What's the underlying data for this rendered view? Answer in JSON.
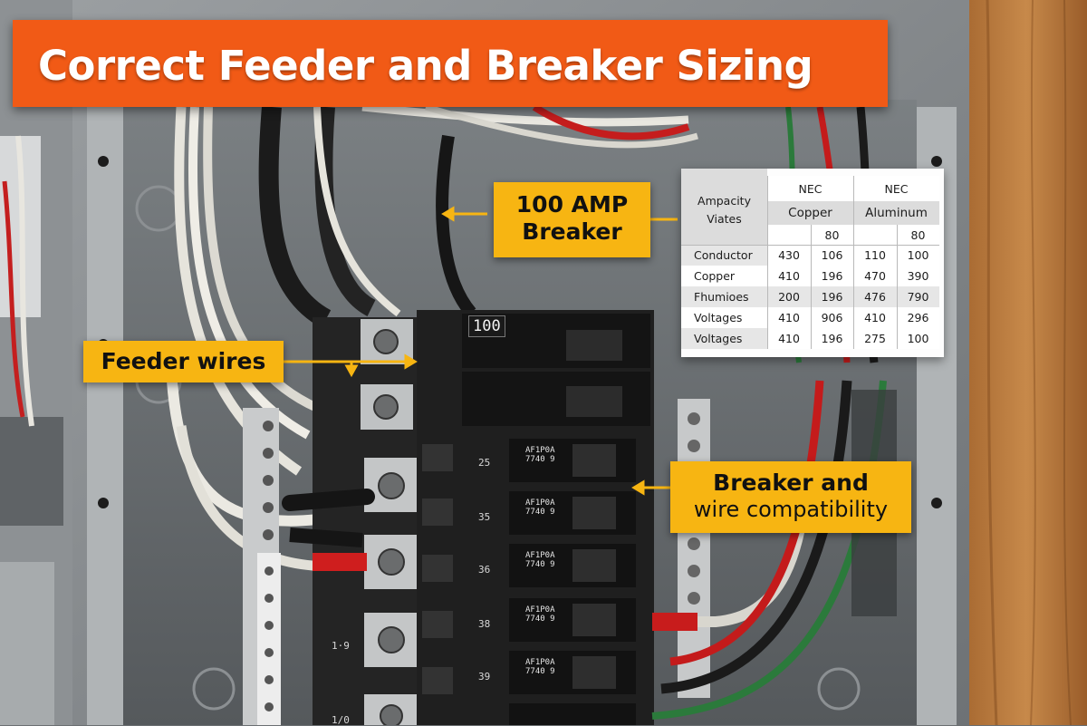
{
  "title": "Correct Feeder and Breaker Sizing",
  "callouts": {
    "amp_line1": "100 AMP",
    "amp_line2": "Breaker",
    "feeder": "Feeder wires",
    "compat_line1": "Breaker and",
    "compat_line2": "wire compatibility"
  },
  "table": {
    "header_left_line1": "Ampacity",
    "header_left_line2": "Viates",
    "col1_group": "NEC",
    "col2_group": "NEC",
    "col1_sub": "Copper",
    "col2_sub": "Aluminum",
    "sub_row": [
      "",
      "80",
      "",
      "80"
    ],
    "rows": [
      {
        "label": "Conductor",
        "values": [
          "430",
          "106",
          "110",
          "100"
        ]
      },
      {
        "label": "Copper",
        "values": [
          "410",
          "196",
          "470",
          "390"
        ]
      },
      {
        "label": "Fhumioes",
        "values": [
          "200",
          "196",
          "476",
          "790"
        ]
      },
      {
        "label": "Voltages",
        "values": [
          "410",
          "906",
          "410",
          "296"
        ]
      },
      {
        "label": "Voltages",
        "values": [
          "410",
          "196",
          "275",
          "100"
        ]
      }
    ]
  },
  "breaker": {
    "main_label": "100",
    "slot_numbers": [
      "25",
      "35",
      "36",
      "38",
      "39"
    ],
    "side_numbers": [
      "1·9",
      "1/0"
    ],
    "rating_label": "AF1P0A\n7740 9"
  },
  "colors": {
    "title_bg": "#f15a16",
    "callout_bg": "#f7b512",
    "arrow": "#f7b512"
  }
}
